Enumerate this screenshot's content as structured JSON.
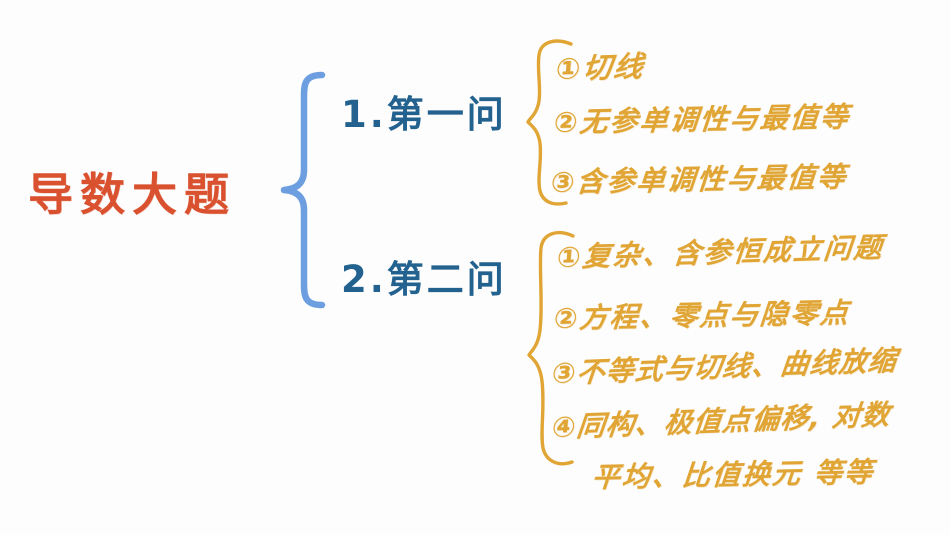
{
  "colors": {
    "root_text": "#d9512f",
    "branch_text": "#23628f",
    "branch_brace": "#6d9fe0",
    "leaf_text": "#e0a534",
    "background": "#fdfdfd"
  },
  "mindmap": {
    "root": {
      "label": "导数大题"
    },
    "branches": [
      {
        "label": "1.第一问",
        "items": [
          {
            "marker": "①",
            "text": "切线"
          },
          {
            "marker": "②",
            "text": "无参单调性与最值等"
          },
          {
            "marker": "③",
            "text": "含参单调性与最值等"
          }
        ]
      },
      {
        "label": "2.第二问",
        "items": [
          {
            "marker": "①",
            "text": "复杂、含参恒成立问题"
          },
          {
            "marker": "②",
            "text": "方程、零点与隐零点"
          },
          {
            "marker": "③",
            "text": "不等式与切线、曲线放缩"
          },
          {
            "marker": "④",
            "text": "同构、极值点偏移, 对数"
          },
          {
            "marker": "",
            "text": "平均、比值换元 等等"
          }
        ]
      }
    ],
    "leaf_lines": [
      "①切线",
      "②无参单调性与最值等",
      "③含参单调性与最值等",
      "①复杂、含参恒成立问题",
      "②方程、零点与隐零点",
      "③不等式与切线、曲线放缩",
      "④同构、极值点偏移, 对数",
      "平均、比值换元 等等"
    ]
  }
}
